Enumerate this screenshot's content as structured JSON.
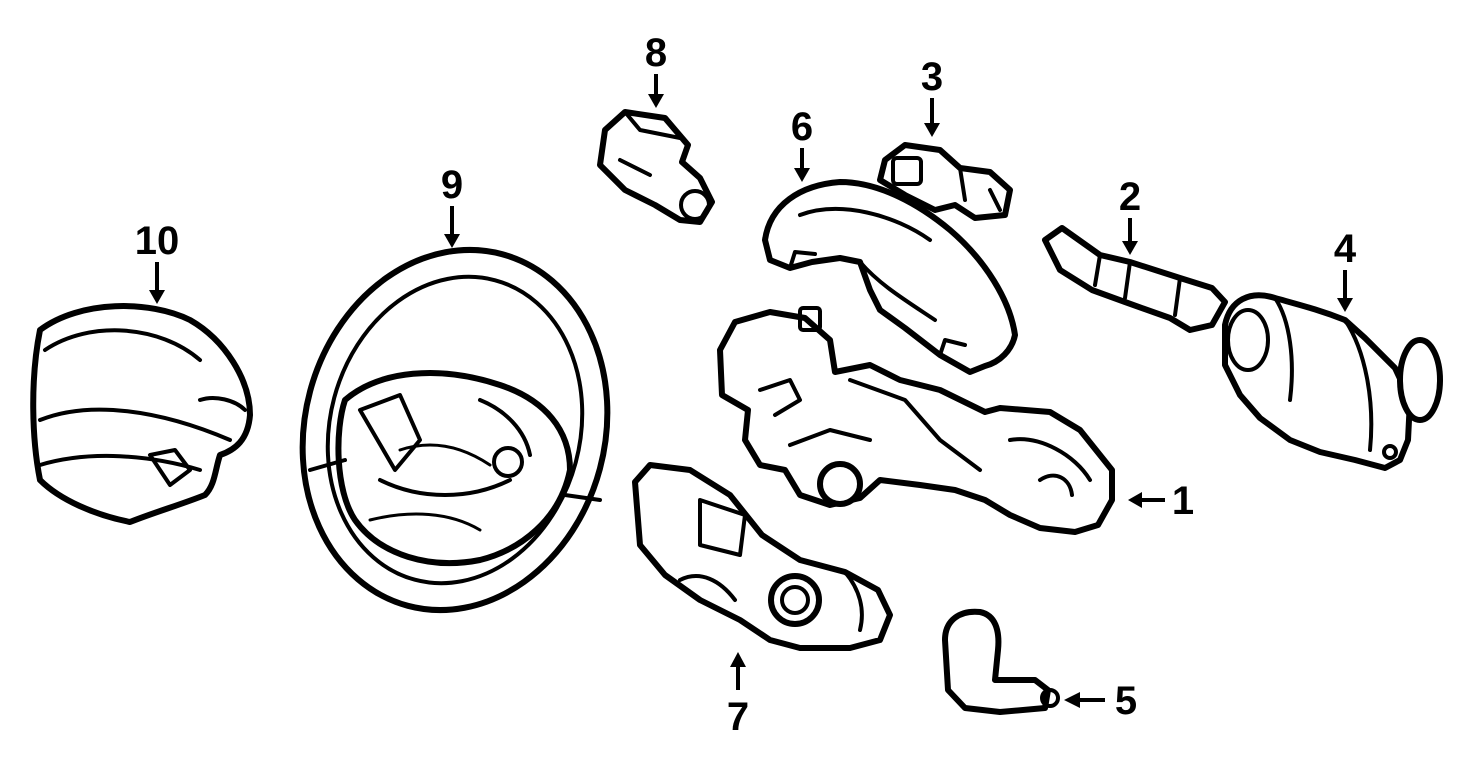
{
  "diagram": {
    "callouts": [
      {
        "id": "1",
        "text": "1"
      },
      {
        "id": "2",
        "text": "2"
      },
      {
        "id": "3",
        "text": "3"
      },
      {
        "id": "4",
        "text": "4"
      },
      {
        "id": "5",
        "text": "5"
      },
      {
        "id": "6",
        "text": "6"
      },
      {
        "id": "7",
        "text": "7"
      },
      {
        "id": "8",
        "text": "8"
      },
      {
        "id": "9",
        "text": "9"
      },
      {
        "id": "10",
        "text": "10"
      }
    ],
    "line_color": "#000000",
    "background": "#ffffff"
  }
}
